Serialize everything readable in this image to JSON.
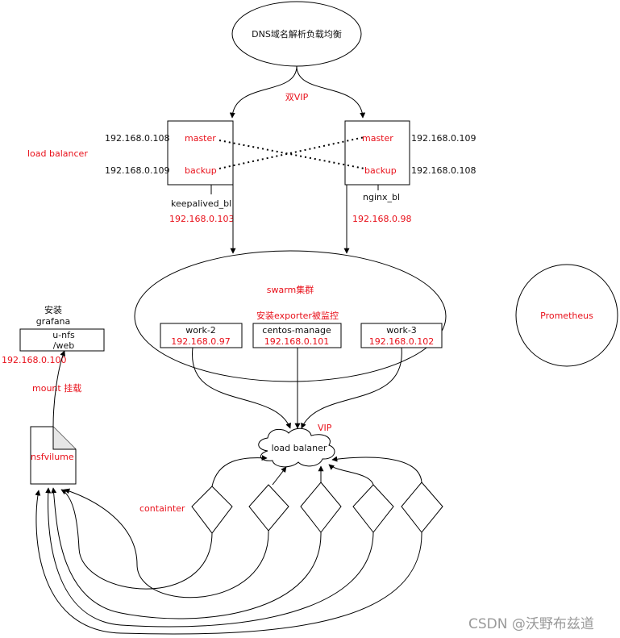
{
  "colors": {
    "accent": "#e8101a",
    "line": "#000000",
    "watermark": "#9a9a9a"
  },
  "dns": {
    "label": "DNS域名解析负载均衡"
  },
  "dual_vip": {
    "label": "双VIP"
  },
  "load_balancer_label": "load balancer",
  "lb_left": {
    "ip_top": "192.168.0.108",
    "ip_bottom": "192.168.0.109",
    "role_top": "master",
    "role_bottom": "backup",
    "name": "keepalived_bl",
    "ip": "192.168.0.103"
  },
  "lb_right": {
    "ip_top": "192.168.0.109",
    "ip_bottom": "192.168.0.108",
    "role_top": "master",
    "role_bottom": "backup",
    "name": "nginx_bl",
    "ip": "192.168.0.98"
  },
  "swarm": {
    "label": "swarm集群",
    "exporter_note": "安装exporter被监控",
    "nodes": [
      {
        "name": "work-2",
        "ip": "192.168.0.97"
      },
      {
        "name": "centos-manage",
        "ip": "192.168.0.101"
      },
      {
        "name": "work-3",
        "ip": "192.168.0.102"
      }
    ]
  },
  "prometheus": {
    "label": "Prometheus"
  },
  "nfs": {
    "grafana_line1": "安装",
    "grafana_line2": "grafana",
    "box_line1": "u-nfs",
    "box_line2": "/web",
    "ip": "192.168.0.100",
    "mount": "mount 挂载",
    "volume": "nsfvilume"
  },
  "vip": {
    "label": "VIP"
  },
  "load_balaner": {
    "label": "load balaner"
  },
  "containter": {
    "label": "containter"
  },
  "watermark": "CSDN @沃野布兹道"
}
